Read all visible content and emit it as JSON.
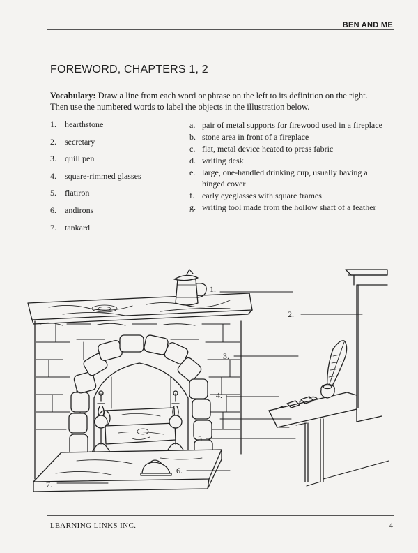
{
  "header": {
    "title": "BEN AND ME"
  },
  "section_title": "FOREWORD, CHAPTERS 1, 2",
  "vocabulary": {
    "label": "Vocabulary:",
    "instructions": "Draw a line from each word or phrase on the left to its definition on the right. Then use the numbered words to label the objects in the illustration below."
  },
  "words": [
    {
      "num": "1.",
      "text": "hearthstone"
    },
    {
      "num": "2.",
      "text": "secretary"
    },
    {
      "num": "3.",
      "text": "quill pen"
    },
    {
      "num": "4.",
      "text": "square-rimmed glasses"
    },
    {
      "num": "5.",
      "text": "flatiron"
    },
    {
      "num": "6.",
      "text": "andirons"
    },
    {
      "num": "7.",
      "text": "tankard"
    }
  ],
  "definitions": [
    {
      "letter": "a.",
      "text": "pair of metal supports for firewood used in a fireplace"
    },
    {
      "letter": "b.",
      "text": "stone area in front of a fireplace"
    },
    {
      "letter": "c.",
      "text": "flat, metal device heated to press fabric"
    },
    {
      "letter": "d.",
      "text": "writing desk"
    },
    {
      "letter": "e.",
      "text": "large, one-handled drinking cup, usually having a hinged cover"
    },
    {
      "letter": "f.",
      "text": "early eyeglasses with square frames"
    },
    {
      "letter": "g.",
      "text": "writing tool made from the hollow shaft of a feather"
    }
  ],
  "illustration_labels": [
    "1.",
    "2.",
    "3.",
    "4.",
    "5.",
    "6.",
    "7."
  ],
  "footer": {
    "publisher": "LEARNING LINKS INC.",
    "page": "4"
  }
}
